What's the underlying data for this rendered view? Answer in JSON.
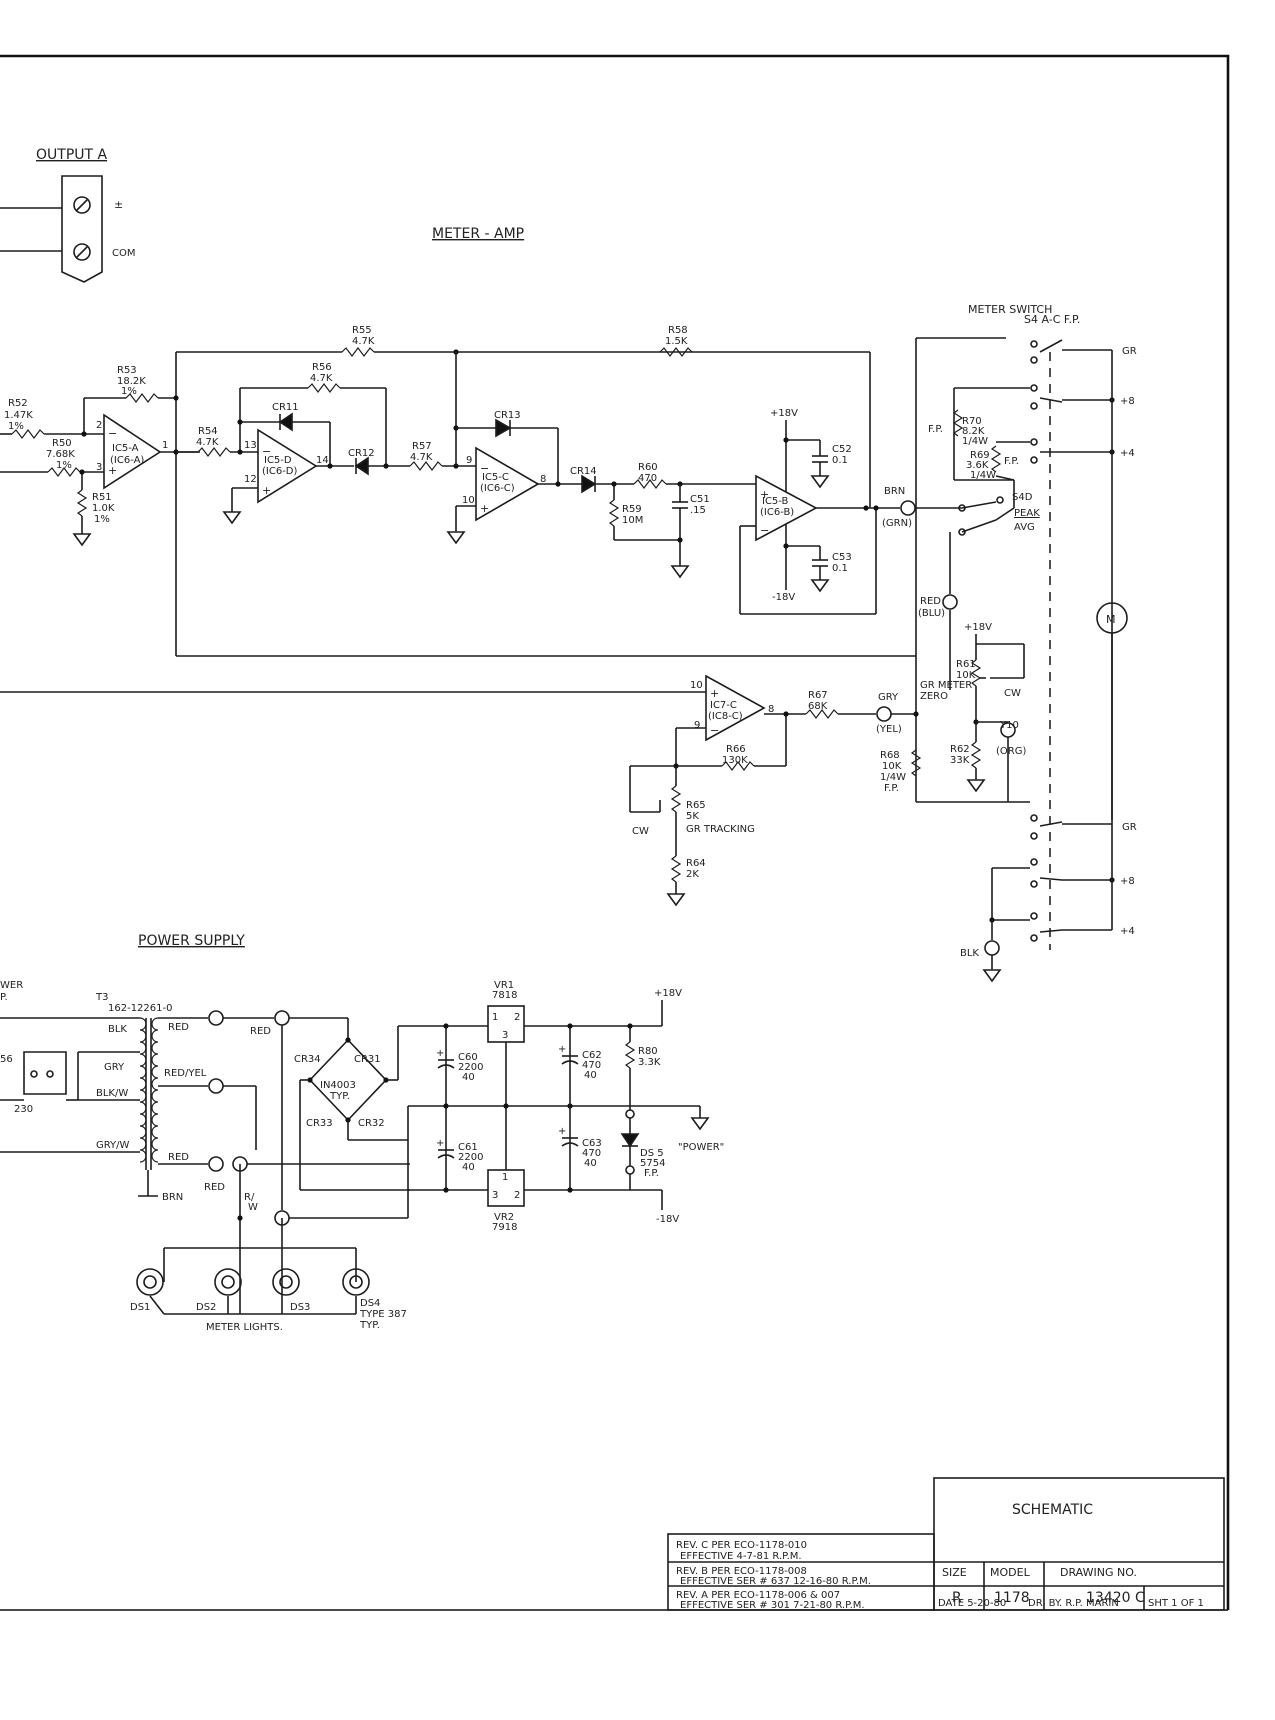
{
  "sections": {
    "output": "OUTPUT A",
    "meter_amp": "METER - AMP",
    "power_supply": "POWER SUPPLY"
  },
  "output_terminals": {
    "pos": "±",
    "com": "COM"
  },
  "meter_switch": {
    "title": "METER SWITCH",
    "sub": "S4 A-C F.P.",
    "s4d": "S4D",
    "peak": "PEAK",
    "avg": "AVG",
    "contacts": [
      "GR",
      "+8",
      "+4",
      "GR",
      "+8",
      "+4"
    ],
    "meter": "M",
    "fp": "F.P."
  },
  "ics": {
    "ic5a": [
      "IC5-A",
      "(IC6-A)"
    ],
    "ic5d": [
      "IC5-D",
      "(IC6-D)"
    ],
    "ic5c": [
      "IC5-C",
      "(IC6-C)"
    ],
    "ic5b": [
      "IC5-B",
      "(IC6-B)"
    ],
    "ic7c": [
      "IC7-C",
      "(IC8-C)"
    ]
  },
  "pins": {
    "p2": "2",
    "p3": "3",
    "p1": "1",
    "p13": "13",
    "p12": "12",
    "p14": "14",
    "p9": "9",
    "p10": "10",
    "p8": "8",
    "p10b": "10",
    "p9b": "9",
    "p8b": "8"
  },
  "parts": {
    "r52": [
      "R52",
      "1.47K",
      "1%"
    ],
    "r50": [
      "R50",
      "7.68K",
      "1%"
    ],
    "r51": [
      "R51",
      "1.0K",
      "1%"
    ],
    "r53": [
      "R53",
      "18.2K",
      "1%"
    ],
    "r54": [
      "R54",
      "4.7K"
    ],
    "r55": [
      "R55",
      "4.7K"
    ],
    "r56": [
      "R56",
      "4.7K"
    ],
    "r57": [
      "R57",
      "4.7K"
    ],
    "r58": [
      "R58",
      "1.5K"
    ],
    "r59": [
      "R59",
      "10M"
    ],
    "r60": [
      "R60",
      "470"
    ],
    "c51": [
      "C51",
      ".15"
    ],
    "c52": [
      "C52",
      "0.1"
    ],
    "c53": [
      "C53",
      "0.1"
    ],
    "cr11": "CR11",
    "cr12": "CR12",
    "cr13": "CR13",
    "cr14": "CR14",
    "r70": [
      "R70",
      "8.2K",
      "1/4W"
    ],
    "r69": [
      "R69",
      "3.6K",
      "1/4W"
    ],
    "r61": [
      "R61",
      "10K"
    ],
    "r62": [
      "R62",
      "33K"
    ],
    "r67": [
      "R67",
      "68K"
    ],
    "r66": [
      "R66",
      "130K"
    ],
    "r68": [
      "R68",
      "10K",
      "1/4W",
      "F.P."
    ],
    "r65": [
      "R65",
      "5K"
    ],
    "r64": [
      "R64",
      "2K"
    ]
  },
  "labels": {
    "p18": "+18V",
    "n18": "-18V",
    "brn": "BRN",
    "grn": "(GRN)",
    "red": "RED",
    "blu": "(BLU)",
    "gry": "GRY",
    "yel": "(YEL)",
    "grmeter": "GR METER",
    "zero": "ZERO",
    "cw": "CW",
    "y10": "Y10",
    "org": "(ORG)",
    "cw2": "CW",
    "grtracking": "GR TRACKING",
    "blk": "BLK"
  },
  "power": {
    "t3": [
      "T3",
      "162-12261-0"
    ],
    "wires": [
      "BLK",
      "GRY",
      "BLK/W",
      "GRY/W",
      "RED",
      "RED/YEL",
      "RED",
      "RED",
      "BRN",
      "R/",
      "W"
    ],
    "power_sw": [
      "WER",
      "P."
    ],
    "s6": "56",
    "v230": "230",
    "bridge": [
      "CR34",
      "CR31",
      "CR33",
      "CR32",
      "IN4003",
      "TYP."
    ],
    "vr1": [
      "VR1",
      "7818"
    ],
    "vr2": [
      "VR2",
      "7918"
    ],
    "vr_pins": [
      "1",
      "2",
      "3",
      "3",
      "2",
      "1"
    ],
    "c60": [
      "C60",
      "2200",
      "40"
    ],
    "c61": [
      "C61",
      "2200",
      "40"
    ],
    "c62": [
      "C62",
      "470",
      "40"
    ],
    "c63": [
      "C63",
      "470",
      "40"
    ],
    "r80": [
      "R80",
      "3.3K"
    ],
    "ds5": [
      "DS 5",
      "5754",
      "F.P."
    ],
    "power_lbl": "\"POWER\"",
    "p18": "+18V",
    "n18": "-18V",
    "lamps": [
      "DS1",
      "DS2",
      "DS3",
      "DS4"
    ],
    "type387": [
      "TYPE 387",
      "TYP."
    ],
    "meterlights": "METER LIGHTS."
  },
  "title_block": {
    "title": "SCHEMATIC",
    "size_h": "SIZE",
    "size": "R",
    "model_h": "MODEL",
    "model": "1178",
    "dwg_h": "DRAWING NO.",
    "dwg": "13420 C",
    "date": "DATE 5-20-80",
    "dr": "DR. BY. R.P. MARIN",
    "sht": "SHT 1 OF 1",
    "revs": [
      [
        "REV. C PER ECO-1178-010",
        "EFFECTIVE       4-7-81 R.P.M."
      ],
      [
        "REV. B PER ECO-1178-008",
        "EFFECTIVE SER # 637 12-16-80 R.P.M."
      ],
      [
        "REV. A PER ECO-1178-006 & 007",
        "EFFECTIVE SER # 301  7-21-80 R.P.M."
      ]
    ]
  }
}
